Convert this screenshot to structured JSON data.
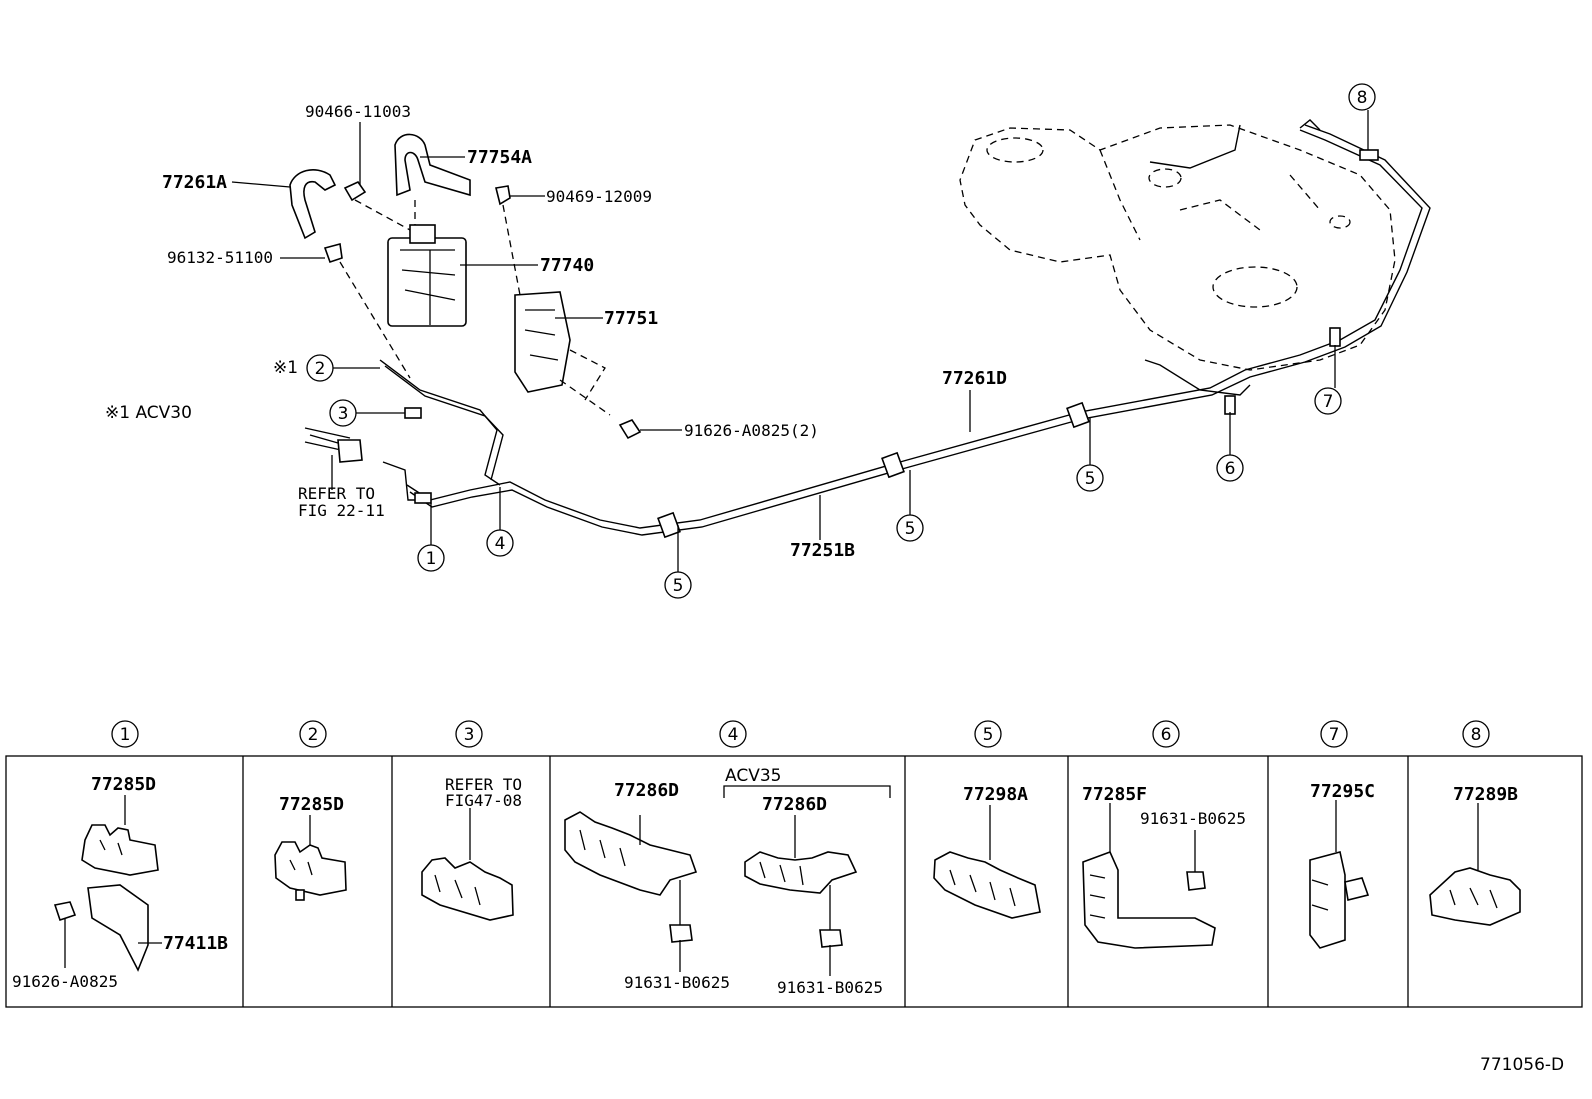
{
  "top_labels": {
    "p77261A": "77261A",
    "p90466": "90466-11003",
    "p77754A": "77754A",
    "p90469": "90469-12009",
    "p96132": "96132-51100",
    "p77740": "77740",
    "p77751": "77751",
    "p91626_2": "91626-A0825(2)",
    "p77261D": "77261D",
    "p77251B": "77251B",
    "refer_line1": "REFER TO",
    "refer_line2": "FIG 22-11",
    "note_mark": "※1",
    "note_text": "※1 ACV30"
  },
  "callouts": {
    "c1": "1",
    "c2": "2",
    "c3": "3",
    "c4": "4",
    "c5a": "5",
    "c5b": "5",
    "c5c": "5",
    "c6": "6",
    "c7": "7",
    "c8": "8"
  },
  "table": {
    "headers": [
      "1",
      "2",
      "3",
      "4",
      "5",
      "6",
      "7",
      "8"
    ],
    "cell1": {
      "top": "77285D",
      "side": "77411B",
      "bolt": "91626-A0825"
    },
    "cell2": {
      "top": "77285D"
    },
    "cell3": {
      "line1": "REFER TO",
      "line2": "FIG47-08"
    },
    "cell4": {
      "left_top": "77286D",
      "variant": "ACV35",
      "right_top": "77286D",
      "left_bolt": "91631-B0625",
      "right_bolt": "91631-B0625"
    },
    "cell5": {
      "top": "77298A"
    },
    "cell6": {
      "top": "77285F",
      "bolt": "91631-B0625"
    },
    "cell7": {
      "top": "77295C"
    },
    "cell8": {
      "top": "77289B"
    }
  },
  "figure_id": "771056-D"
}
